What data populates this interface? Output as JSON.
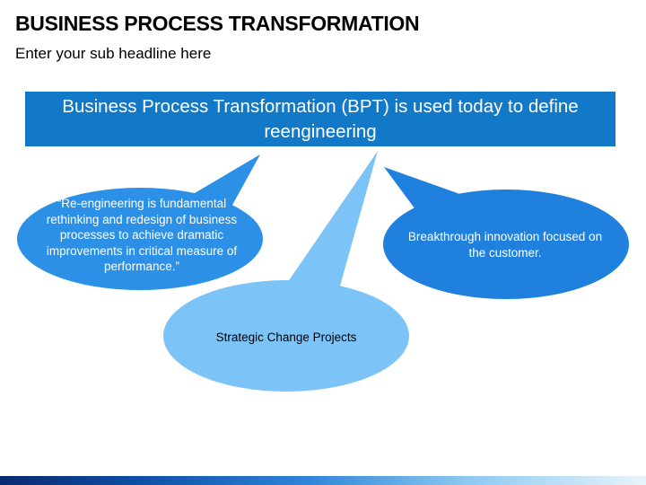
{
  "slide": {
    "title": "BUSINESS PROCESS TRANSFORMATION",
    "subtitle": "Enter your sub headline here"
  },
  "banner": {
    "text": "Business Process Transformation (BPT) is used today to define reengineering",
    "color": "#1278c8"
  },
  "bubbles": {
    "left": {
      "text": "“Re-engineering is fundamental rethinking and redesign of business processes to achieve dramatic improvements in critical measure of performance.”",
      "color": "#2b90e6"
    },
    "center": {
      "text": "Strategic Change Projects",
      "color": "#7cc3f7"
    },
    "right": {
      "text": "Breakthrough innovation focused on the customer.",
      "color": "#1f80de"
    }
  }
}
